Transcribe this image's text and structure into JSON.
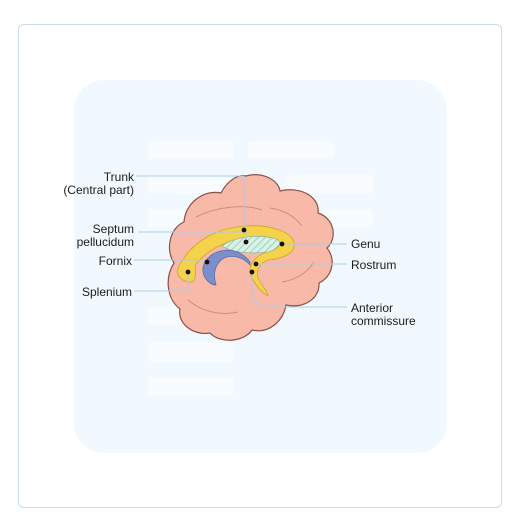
{
  "diagram": {
    "labels": {
      "trunk": "Trunk",
      "trunk_sub": "(Central part)",
      "septum": "Septum",
      "septum_sub": "pellucidum",
      "fornix": "Fornix",
      "splenium": "Splenium",
      "genu": "Genu",
      "rostrum": "Rostrum",
      "anterior": "Anterior",
      "anterior_sub": "commissure"
    },
    "colors": {
      "brain": "#f7b6a6",
      "brain_outline": "#8a5148",
      "corpus_callosum": "#f4d24a",
      "fornix": "#7c8fca",
      "septum_hatch": "#8ec7b2",
      "leader_line": "#a9cfe9"
    }
  }
}
